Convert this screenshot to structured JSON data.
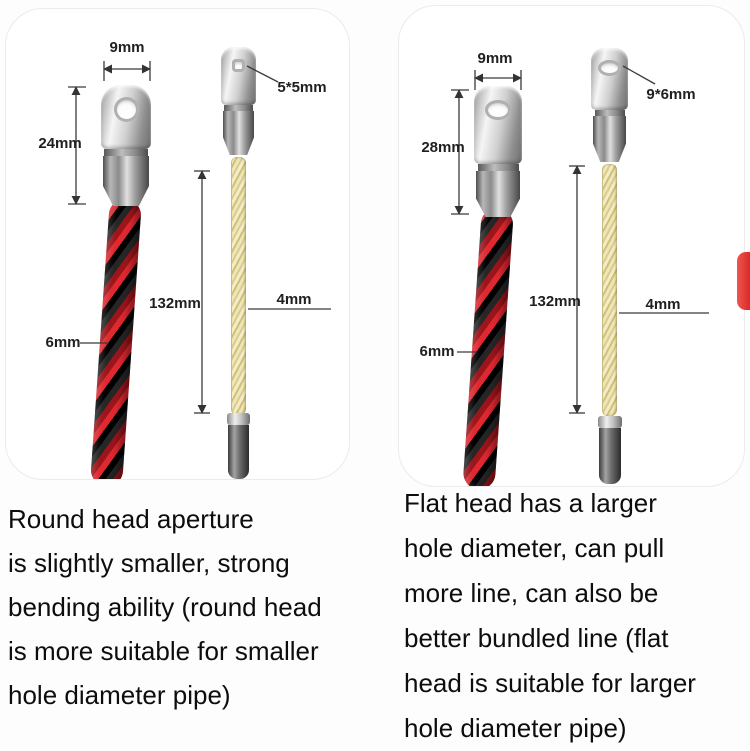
{
  "left_panel": {
    "dims": {
      "head_width": "9mm",
      "head_length": "24mm",
      "cable_diameter": "6mm",
      "hole_size": "5*5mm",
      "wire_length": "132mm",
      "wire_diameter": "4mm"
    },
    "description_lines": [
      "Round head aperture",
      "is slightly smaller, strong",
      "bending ability (round head",
      "is more suitable for smaller",
      "hole diameter pipe)"
    ]
  },
  "right_panel": {
    "dims": {
      "head_width": "9mm",
      "head_length": "28mm",
      "cable_diameter": "6mm",
      "hole_size": "9*6mm",
      "wire_length": "132mm",
      "wire_diameter": "4mm"
    },
    "description_lines": [
      "Flat head has a larger",
      "hole diameter, can pull",
      "more line, can also be",
      "better bundled line (flat",
      "head is suitable for larger",
      "hole diameter pipe)"
    ]
  },
  "colors": {
    "cable_red": "#d8242b",
    "cable_black": "#1a1a1a",
    "wire_yellow": "#e9dfae",
    "metal_silver": "#cfcfcf",
    "tab_red": "#e0332f"
  }
}
